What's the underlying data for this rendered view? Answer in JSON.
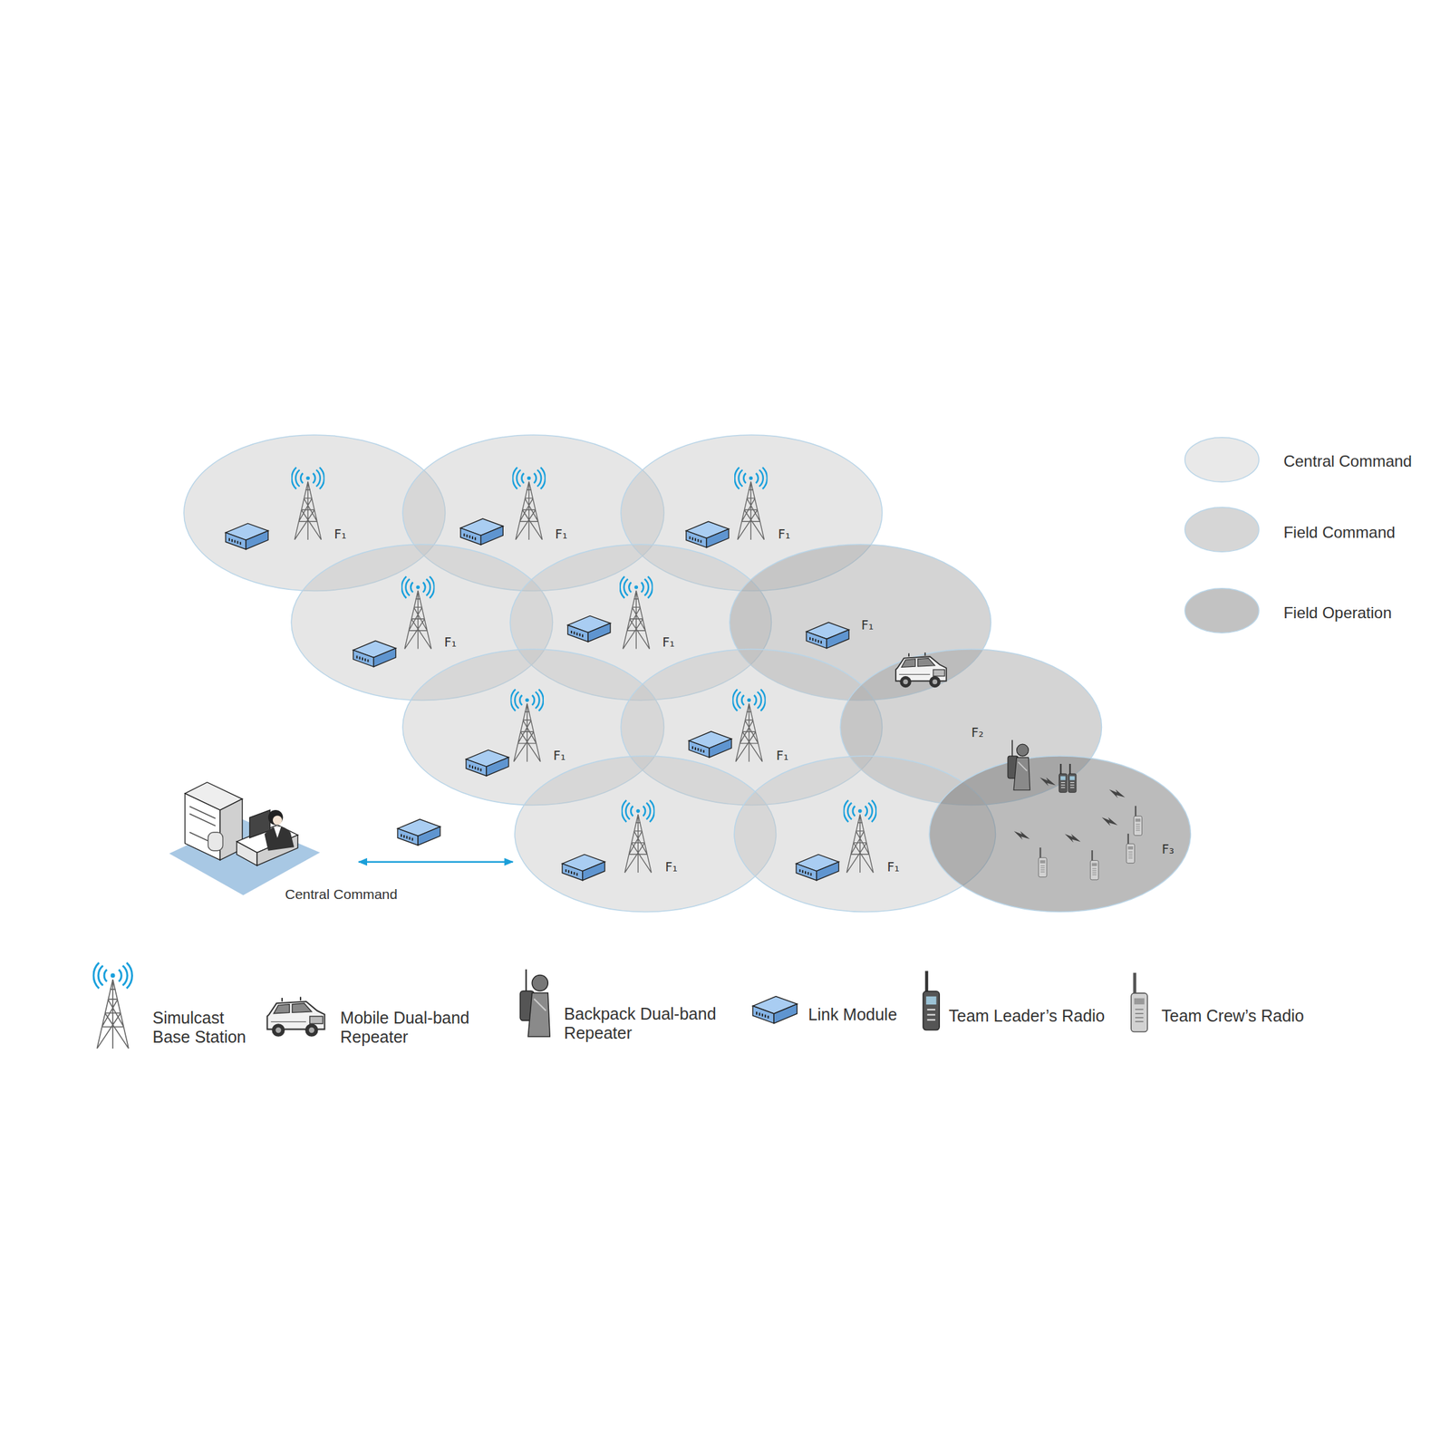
{
  "diagram": {
    "nodes": [
      {
        "text": [
          "F₁"
        ]
      },
      {
        "text": [
          "F₁"
        ]
      },
      {
        "text": [
          "F₁"
        ]
      },
      {
        "text": [
          "F₁"
        ]
      },
      {
        "text": [
          "F₁"
        ]
      },
      {
        "text": [
          "F₁"
        ]
      },
      {
        "text": [
          "F₁"
        ]
      },
      {
        "text": [
          "F₁"
        ]
      },
      {
        "text": [
          "F₂"
        ]
      },
      {
        "text": [
          "F₁"
        ]
      },
      {
        "text": [
          "F₁"
        ]
      },
      {
        "text": [
          "F₃"
        ]
      },
      {
        "text": [
          "Central Command"
        ]
      }
    ],
    "edges": [
      {
        "from": 12,
        "to": 9,
        "arrow": "both"
      }
    ],
    "legend": [
      {
        "text": "Central Command",
        "color": "#e9e9e9"
      },
      {
        "text": "Field Command",
        "color": "#d6d6d6"
      },
      {
        "text": "Field Operation",
        "color": "#c2c2c2"
      },
      {
        "text": "Simulcast Base Station"
      },
      {
        "text": "Mobile Dual-band Repeater"
      },
      {
        "text": "Backpack Dual-band Repeater"
      },
      {
        "text": "Link Module"
      },
      {
        "text": "Team Leader’s Radio"
      },
      {
        "text": "Team Crew’s Radio"
      }
    ]
  }
}
